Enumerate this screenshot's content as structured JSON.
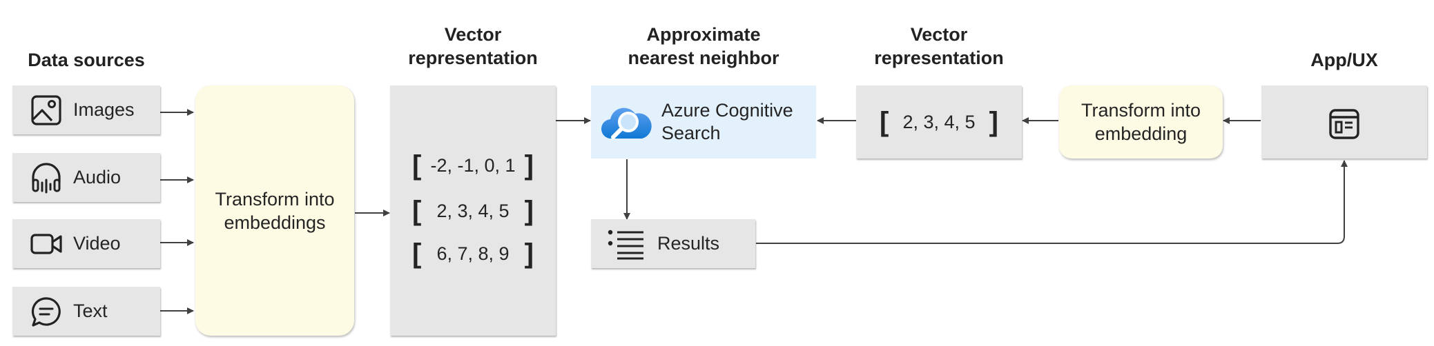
{
  "headers": {
    "data_sources": "Data sources",
    "vector_rep_left_1": "Vector",
    "vector_rep_left_2": "representation",
    "ann_1": "Approximate",
    "ann_2": "nearest neighbor",
    "vector_rep_right_1": "Vector",
    "vector_rep_right_2": "representation",
    "app_ux": "App/UX"
  },
  "sources": [
    {
      "label": "Images",
      "icon": "image-icon"
    },
    {
      "label": "Audio",
      "icon": "headphones-icon"
    },
    {
      "label": "Video",
      "icon": "video-camera-icon"
    },
    {
      "label": "Text",
      "icon": "chat-bubble-icon"
    }
  ],
  "transform_embeddings": {
    "line1": "Transform into",
    "line2": "embeddings"
  },
  "vectors": [
    {
      "open": "[",
      "values": "-2, -1, 0, 1",
      "close": "]"
    },
    {
      "open": "[",
      "values": "2, 3, 4, 5",
      "close": "]"
    },
    {
      "open": "[",
      "values": "6, 7, 8, 9",
      "close": "]"
    }
  ],
  "azure_search": {
    "line1": "Azure Cognitive",
    "line2": "Search",
    "icon": "azure-search-cloud-icon"
  },
  "results": {
    "label": "Results",
    "icon": "list-icon"
  },
  "query_vector": {
    "open": "[",
    "values": "2, 3, 4, 5",
    "close": "]"
  },
  "transform_embedding": {
    "line1": "Transform into",
    "line2": "embedding"
  },
  "app": {
    "icon": "app-window-icon"
  },
  "colors": {
    "gray_box": "#e6e6e6",
    "yellow_box": "#fdfbe3",
    "azure_box": "#e3f1fd",
    "azure_blue": "#0f78d4",
    "arrow": "#404040"
  }
}
